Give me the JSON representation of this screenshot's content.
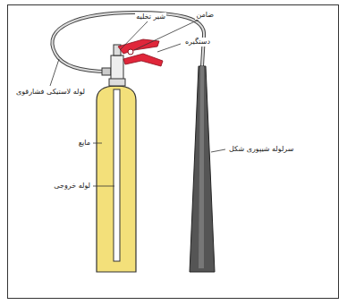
{
  "diagram": {
    "labels": [
      "شیر تخلیه",
      "ضامن",
      "دستگیره",
      "لوله لاستیکی فشارقوی",
      "مایع",
      "لوله خروجی",
      "سرلوله شیپوری شکل"
    ]
  }
}
